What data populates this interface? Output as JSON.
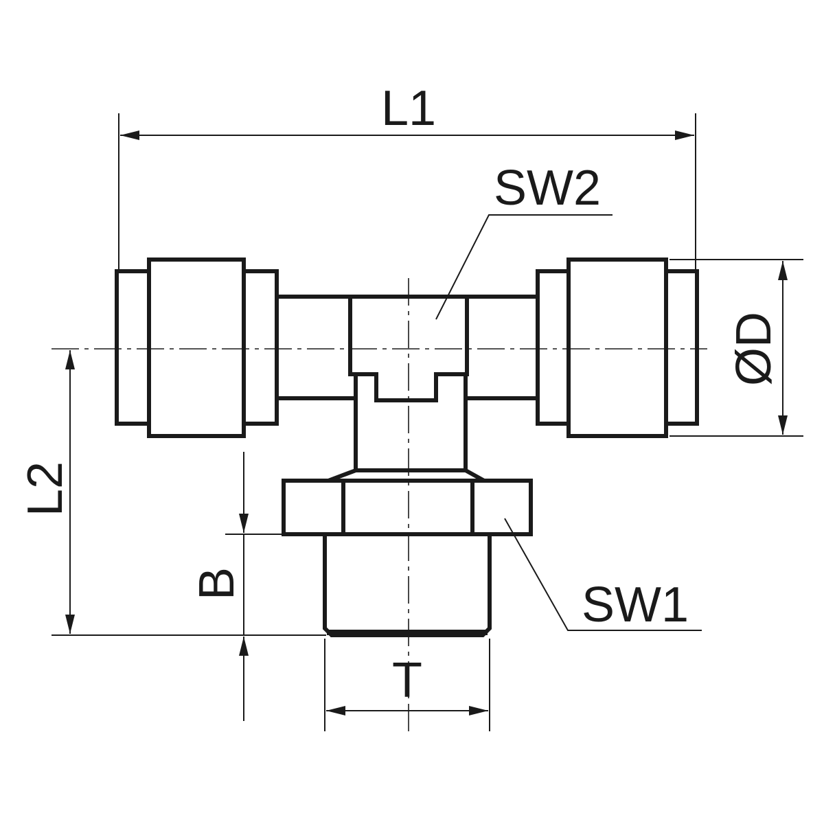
{
  "drawing": {
    "title": "Tee fitting with male thread - dimensional drawing",
    "labels": {
      "l1": "L1",
      "l2": "L2",
      "od": "ØD",
      "b": "B",
      "t": "T",
      "sw1": "SW1",
      "sw2": "SW2"
    },
    "colors": {
      "line": "#1a1a1a",
      "background": "#ffffff"
    }
  }
}
